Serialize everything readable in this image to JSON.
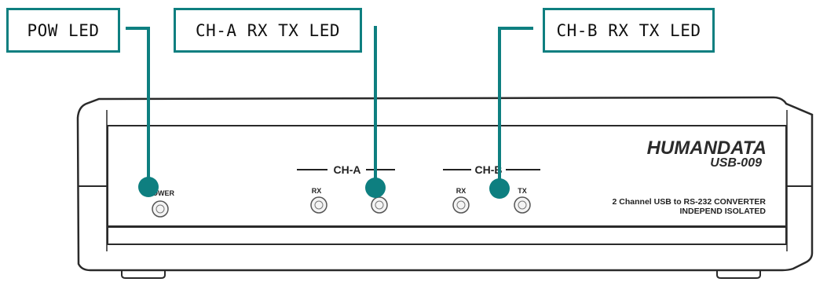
{
  "callouts": {
    "pow": "POW LED",
    "ch_a": "CH-A RX TX LED",
    "ch_b": "CH-B RX TX LED"
  },
  "device": {
    "brand": "HUMANDATA",
    "model": "USB-009",
    "power_label": "POWER",
    "ch_a_label": "CH-A",
    "ch_b_label": "CH-B",
    "rx_label": "RX",
    "tx_label": "TX",
    "description_line1": "2 Channel USB to RS-232 CONVERTER",
    "description_line2": "INDEPEND ISOLATED"
  },
  "colors": {
    "callout": "#0e7f80",
    "marker": "#0e7f80"
  }
}
